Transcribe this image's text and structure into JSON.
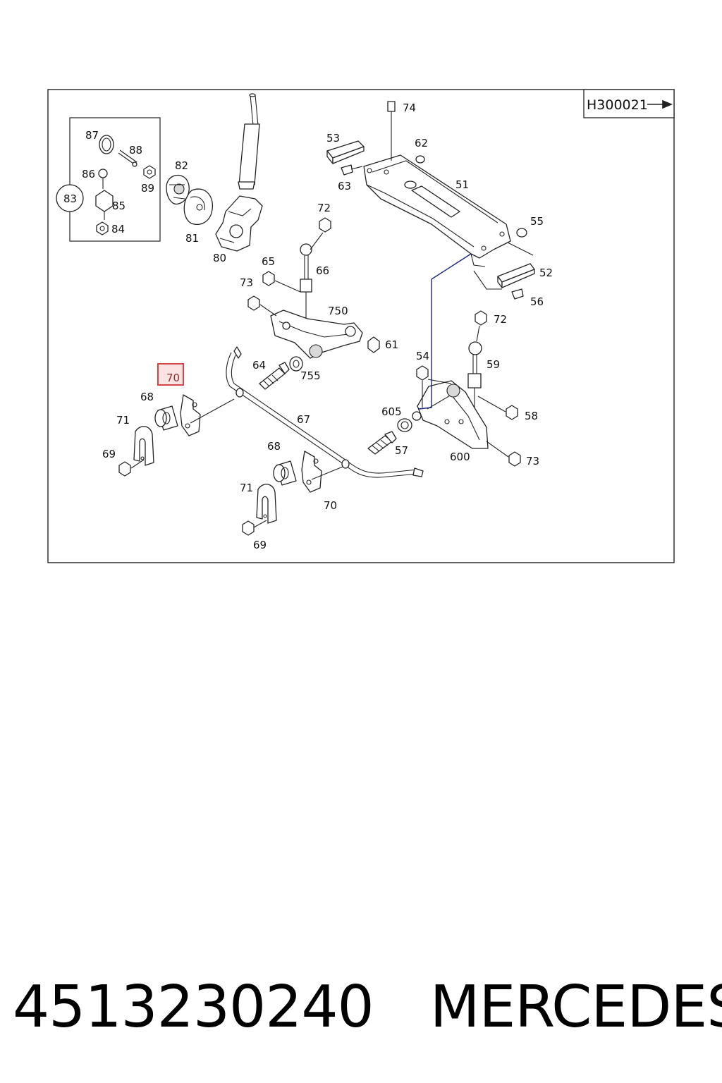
{
  "diagram": {
    "ref_code": "H300021",
    "highlighted_label": "70",
    "labels": [
      "74",
      "53",
      "62",
      "63",
      "51",
      "55",
      "52",
      "56",
      "72",
      "66",
      "65",
      "73",
      "750",
      "61",
      "82",
      "81",
      "80",
      "87",
      "88",
      "86",
      "89",
      "83",
      "85",
      "84",
      "72",
      "59",
      "58",
      "54",
      "73",
      "605",
      "57",
      "600",
      "64",
      "755",
      "70",
      "68",
      "71",
      "69",
      "67",
      "68",
      "71",
      "70",
      "69"
    ]
  },
  "footer": {
    "part_number": "4513230240",
    "brand": "MERCEDES"
  }
}
